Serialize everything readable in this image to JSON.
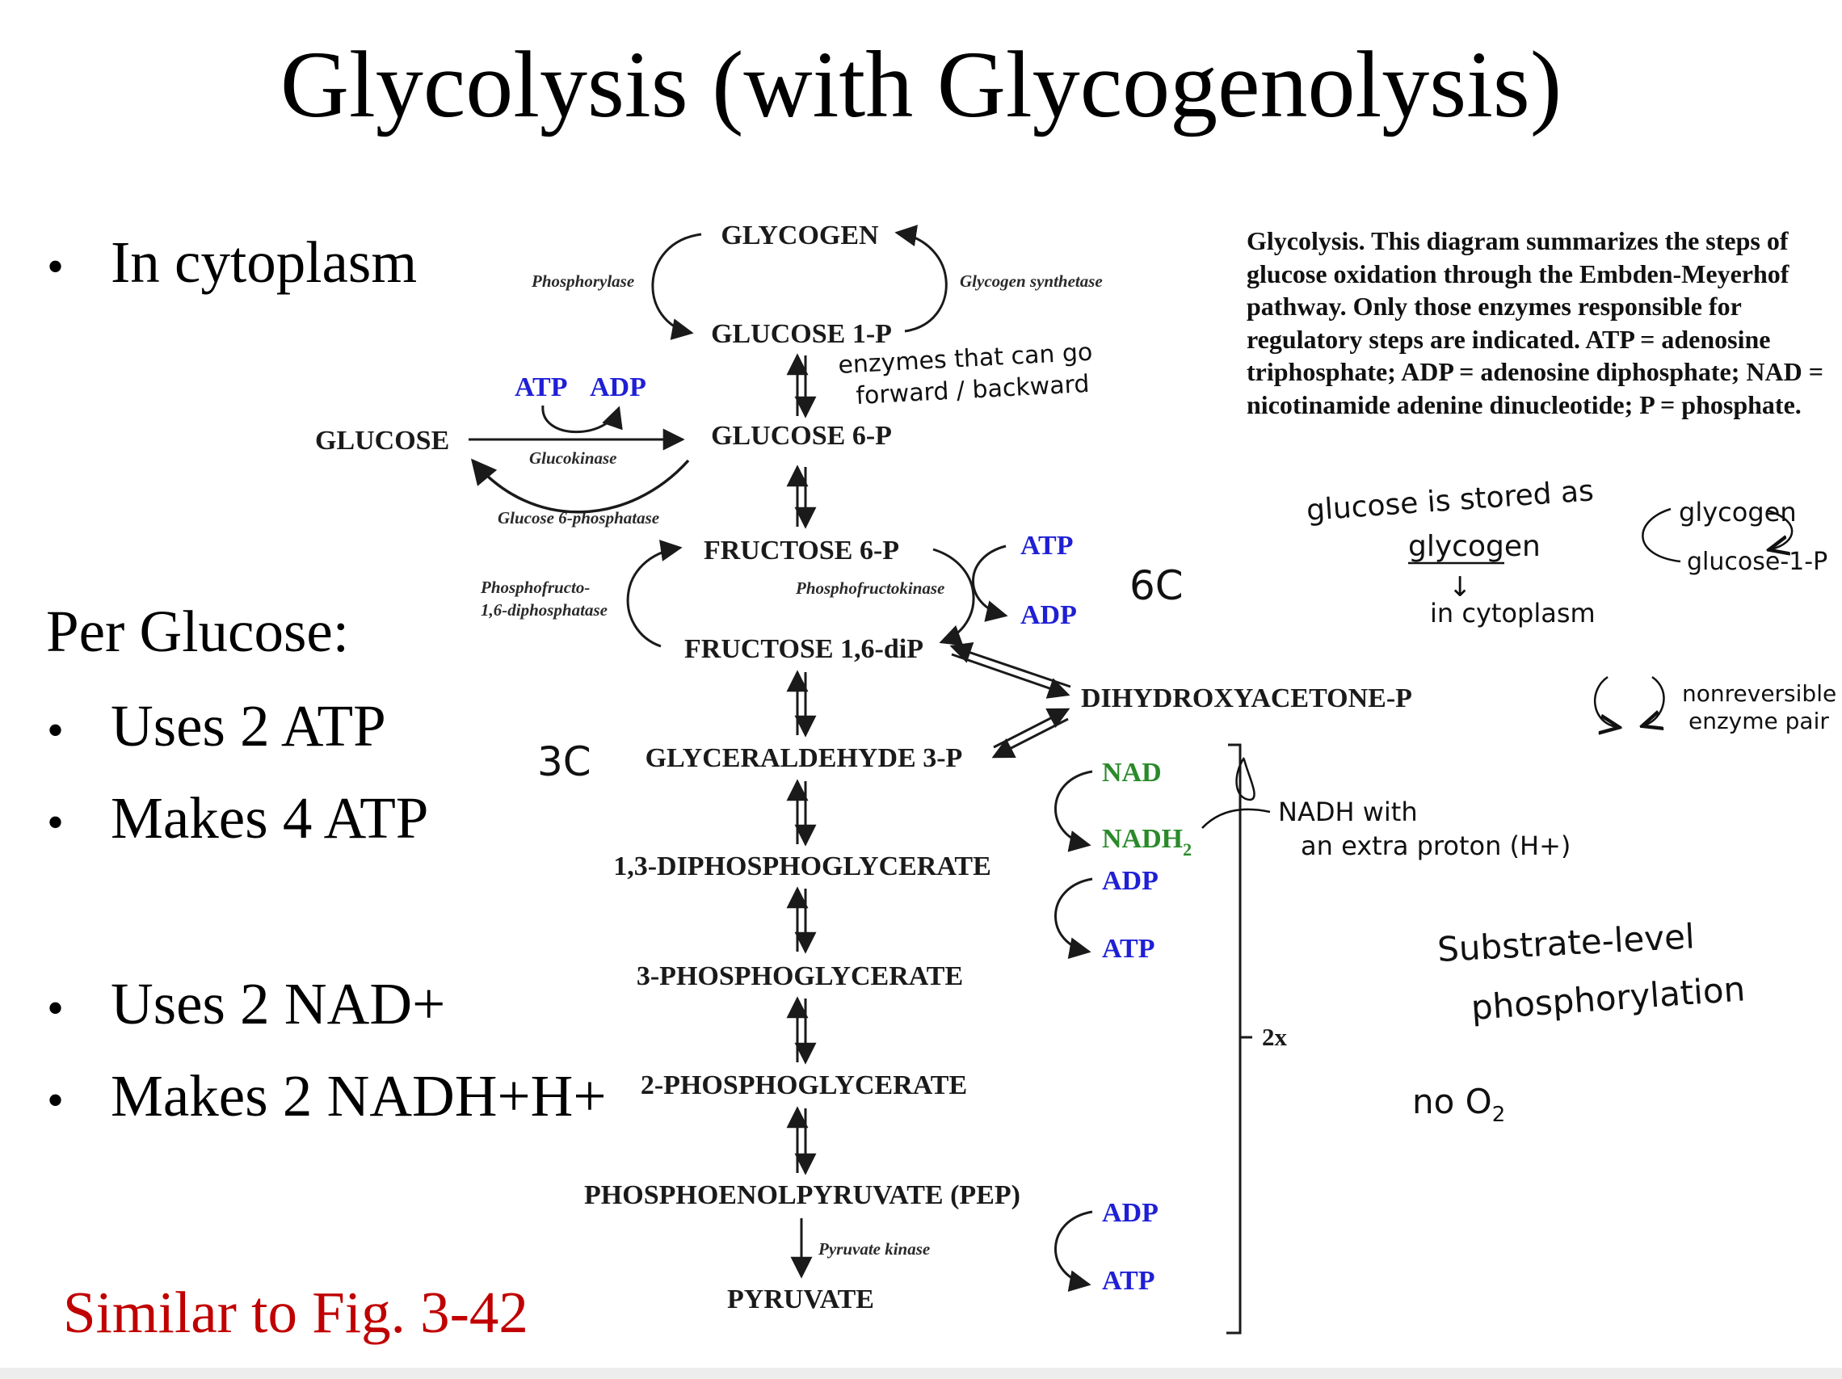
{
  "slide": {
    "title": "Glycolysis (with Glycogenolysis)",
    "bullets_top": [
      "In cytoplasm"
    ],
    "per_glucose_heading": "Per Glucose:",
    "bullets_atp": [
      "Uses 2 ATP",
      "Makes 4 ATP"
    ],
    "bullets_nad": [
      "Uses 2 NAD+",
      "Makes 2 NADH+H+"
    ],
    "caption": "Similar to Fig. 3-42",
    "caption_color": "#c00000"
  },
  "description": "Glycolysis.  This diagram summarizes the steps of glucose oxidation through the Embden-Meyerhof pathway.  Only those enzymes responsible for regulatory steps are indicated.  ATP = adenosine triphosphate; ADP = adenosine diphosphate; NAD = nicotinamide adenine dinucleotide; P = phosphate.",
  "pathway": {
    "glycogen": "GLYCOGEN",
    "glucose_1p": "GLUCOSE 1-P",
    "glucose": "GLUCOSE",
    "glucose_6p": "GLUCOSE 6-P",
    "fructose_6p": "FRUCTOSE 6-P",
    "fructose_16dip": "FRUCTOSE 1,6-diP",
    "dihydroxyacetone_p": "DIHYDROXYACETONE-P",
    "glyceraldehyde_3p": "GLYCERALDEHYDE 3-P",
    "diphosphoglycerate_13": "1,3-DIPHOSPHOGLYCERATE",
    "phosphoglycerate_3": "3-PHOSPHOGLYCERATE",
    "phosphoglycerate_2": "2-PHOSPHOGLYCERATE",
    "pep": "PHOSPHOENOLPYRUVATE (PEP)",
    "pyruvate": "PYRUVATE"
  },
  "enzymes": {
    "phosphorylase": "Phosphorylase",
    "glycogen_synthetase": "Glycogen synthetase",
    "glucokinase": "Glucokinase",
    "glucose_6_phosphatase": "Glucose 6-phosphatase",
    "phosphofructo_diphosphatase_line1": "Phosphofructo-",
    "phosphofructo_diphosphatase_line2": "1,6-diphosphatase",
    "phosphofructokinase": "Phosphofructokinase",
    "pyruvate_kinase": "Pyruvate kinase"
  },
  "cofactors": {
    "atp": "ATP",
    "adp": "ADP",
    "nad": "NAD",
    "nadh": "NADH",
    "nadh_sub": "2",
    "multiplier": "2x"
  },
  "annotations": {
    "enzymes_note_line1": "enzymes that can go",
    "enzymes_note_line2": "forward / backward",
    "six_c": "6C",
    "three_c": "3C",
    "stored_line1": "glucose is stored as",
    "stored_line2": "glycogen",
    "stored_arrow": "↓",
    "stored_line3": "in cytoplasm",
    "cycle_top": "glycogen",
    "cycle_bottom": "glucose-1-P",
    "irreversible_line1": "nonreversible",
    "irreversible_line2": "enzyme pair",
    "nadh_note_line1": "NADH with",
    "nadh_note_line2": "an extra proton (H+)",
    "substrate_line1": "Substrate-level",
    "substrate_line2": "phosphorylation",
    "no_o2_prefix": "no O",
    "no_o2_sub": "2"
  },
  "colors": {
    "cofactor_blue": "#1f1fd6",
    "nad_green": "#2a8a2a",
    "ink": "#111111"
  }
}
